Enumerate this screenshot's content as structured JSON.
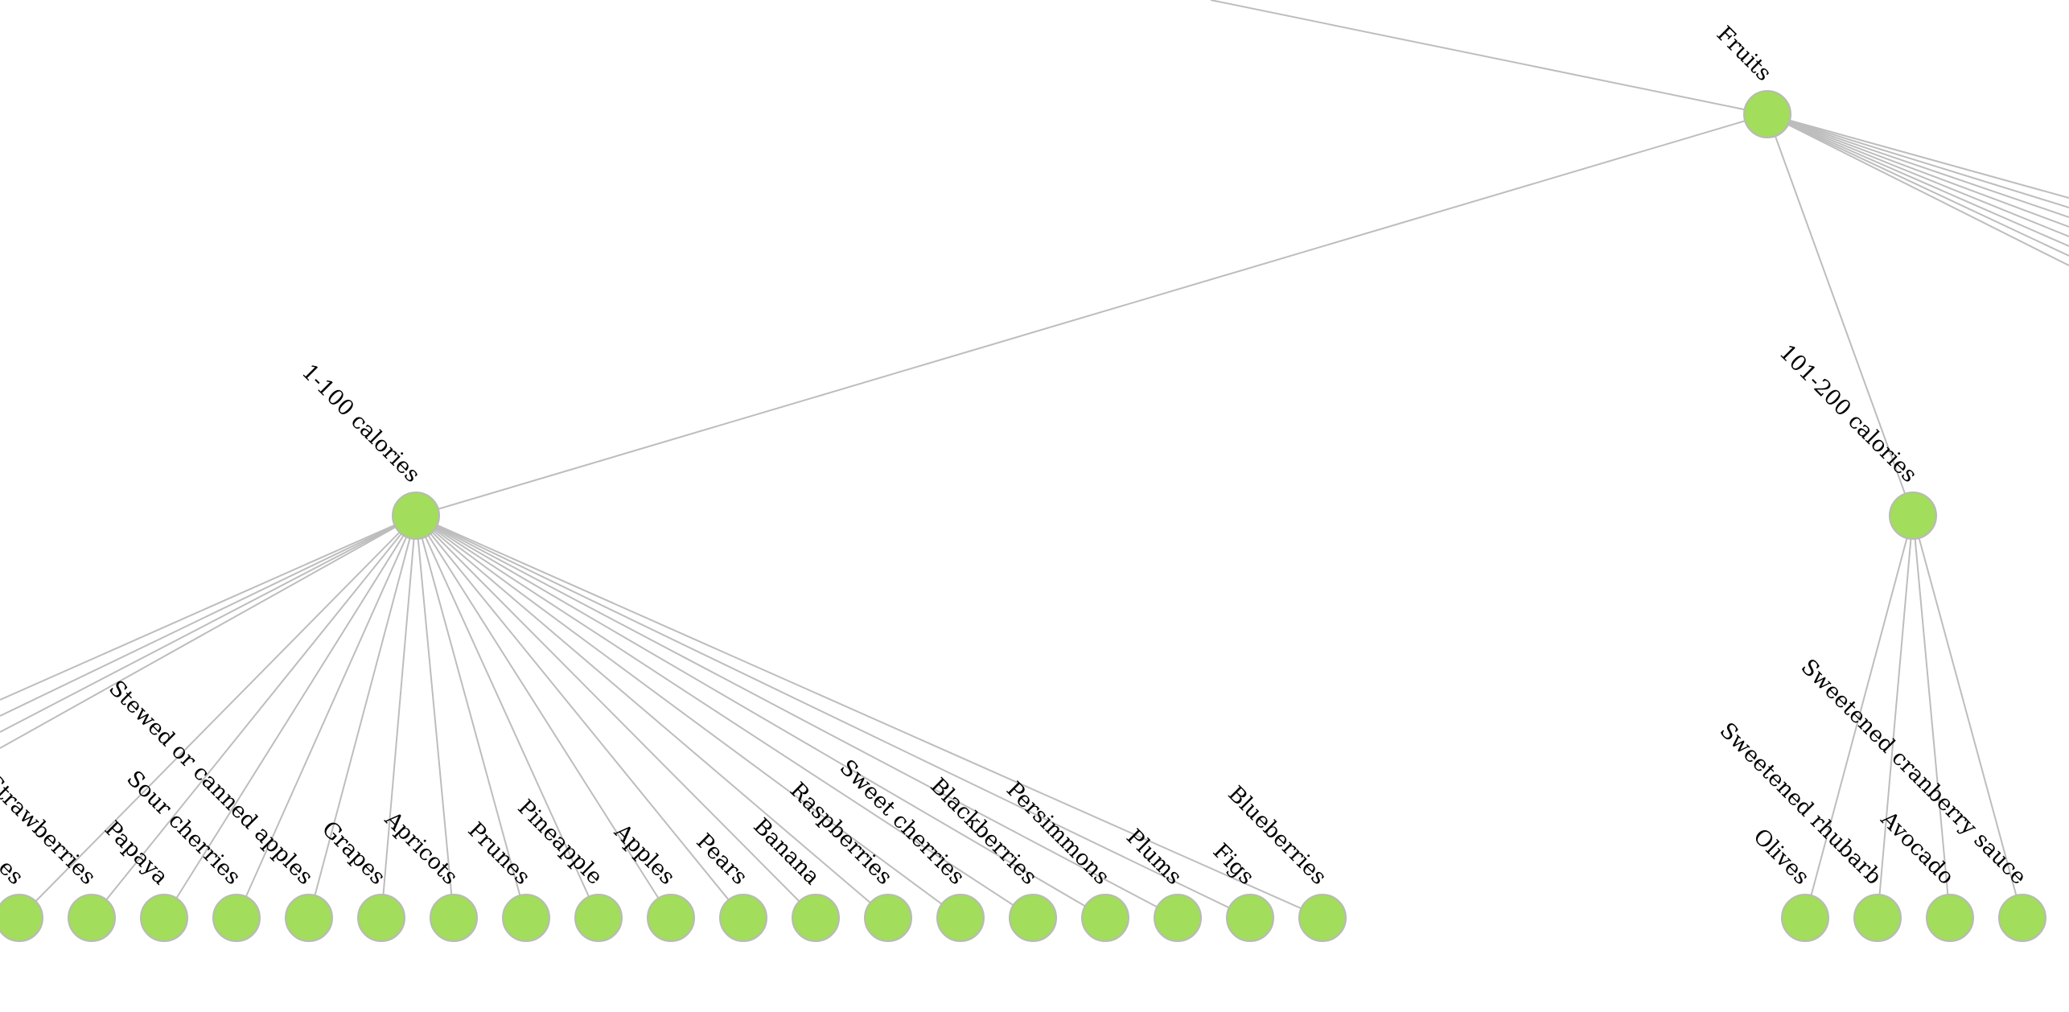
{
  "colors": {
    "node_fill": "#a2dd5b",
    "node_stroke": "#b9b9b9",
    "link": "#bdbdbd",
    "label": "#000000",
    "background": "#ffffff"
  },
  "tree": {
    "label": "Fruits",
    "children": [
      {
        "label": "1-100 calories",
        "children": [
          {
            "label": "es"
          },
          {
            "label": "Strawberries"
          },
          {
            "label": "Papaya"
          },
          {
            "label": "Sour cherries"
          },
          {
            "label": "Stewed or canned apples"
          },
          {
            "label": "Grapes"
          },
          {
            "label": "Apricots"
          },
          {
            "label": "Prunes"
          },
          {
            "label": "Pineapple"
          },
          {
            "label": "Apples"
          },
          {
            "label": "Pears"
          },
          {
            "label": "Banana"
          },
          {
            "label": "Raspberries"
          },
          {
            "label": "Sweet cherries"
          },
          {
            "label": "Blackberries"
          },
          {
            "label": "Persimmons"
          },
          {
            "label": "Plums"
          },
          {
            "label": "Figs"
          },
          {
            "label": "Blueberries"
          }
        ]
      },
      {
        "label": "101-200 calories",
        "children": [
          {
            "label": "Olives"
          },
          {
            "label": "Sweetened rhubarb"
          },
          {
            "label": "Avocado"
          },
          {
            "label": "Sweetened cranberry sauce"
          }
        ]
      }
    ]
  }
}
